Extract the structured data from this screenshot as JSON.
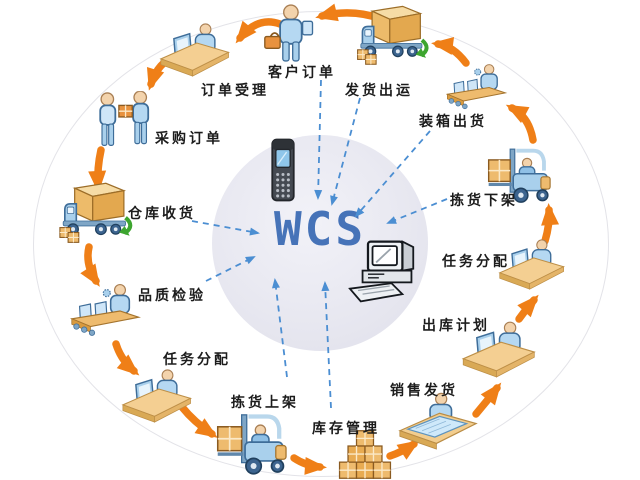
{
  "center": {
    "system_label": "WCS",
    "devices": [
      {
        "name": "handheld-scanner"
      },
      {
        "name": "desktop-computer"
      }
    ],
    "circle_color": "#E8E8F0"
  },
  "stations": [
    {
      "id": "customer-order",
      "label": "客户订单",
      "icon": "person-briefcase"
    },
    {
      "id": "order-acceptance",
      "label": "订单受理",
      "icon": "desk-person"
    },
    {
      "id": "purchase-order",
      "label": "采购订单",
      "icon": "two-persons"
    },
    {
      "id": "warehouse-receiving",
      "label": "仓库收货",
      "icon": "truck"
    },
    {
      "id": "quality-inspection",
      "label": "品质检验",
      "icon": "conveyor"
    },
    {
      "id": "task-allocation-left",
      "label": "任务分配",
      "icon": "desk-person"
    },
    {
      "id": "putaway",
      "label": "拣货上架",
      "icon": "forklift"
    },
    {
      "id": "inventory-management",
      "label": "库存管理",
      "icon": "boxes"
    },
    {
      "id": "sales-shipping",
      "label": "销售发货",
      "icon": "drafting-desk"
    },
    {
      "id": "outbound-plan",
      "label": "出库计划",
      "icon": "desk-person"
    },
    {
      "id": "task-allocation-right",
      "label": "任务分配",
      "icon": "desk-person"
    },
    {
      "id": "pick-off-shelf",
      "label": "拣货下架",
      "icon": "forklift"
    },
    {
      "id": "packing-shipping",
      "label": "装箱出货",
      "icon": "conveyor"
    },
    {
      "id": "shipping-dispatch",
      "label": "发货出运",
      "icon": "truck"
    }
  ],
  "flow": {
    "direction": "counterclockwise",
    "sequence": [
      "发货出运",
      "客户订单",
      "订单受理",
      "采购订单",
      "仓库收货",
      "品质检验",
      "任务分配",
      "拣货上架",
      "库存管理",
      "销售发货",
      "出库计划",
      "任务分配",
      "拣货下架",
      "装箱出货",
      "发货出运"
    ]
  },
  "colors": {
    "flow_arrow_orange": "#EF7F17",
    "connector_dashed_blue": "#4B8ED2",
    "wcs_text_blue": "#4673B8",
    "green_arrow": "#3DA52F"
  }
}
